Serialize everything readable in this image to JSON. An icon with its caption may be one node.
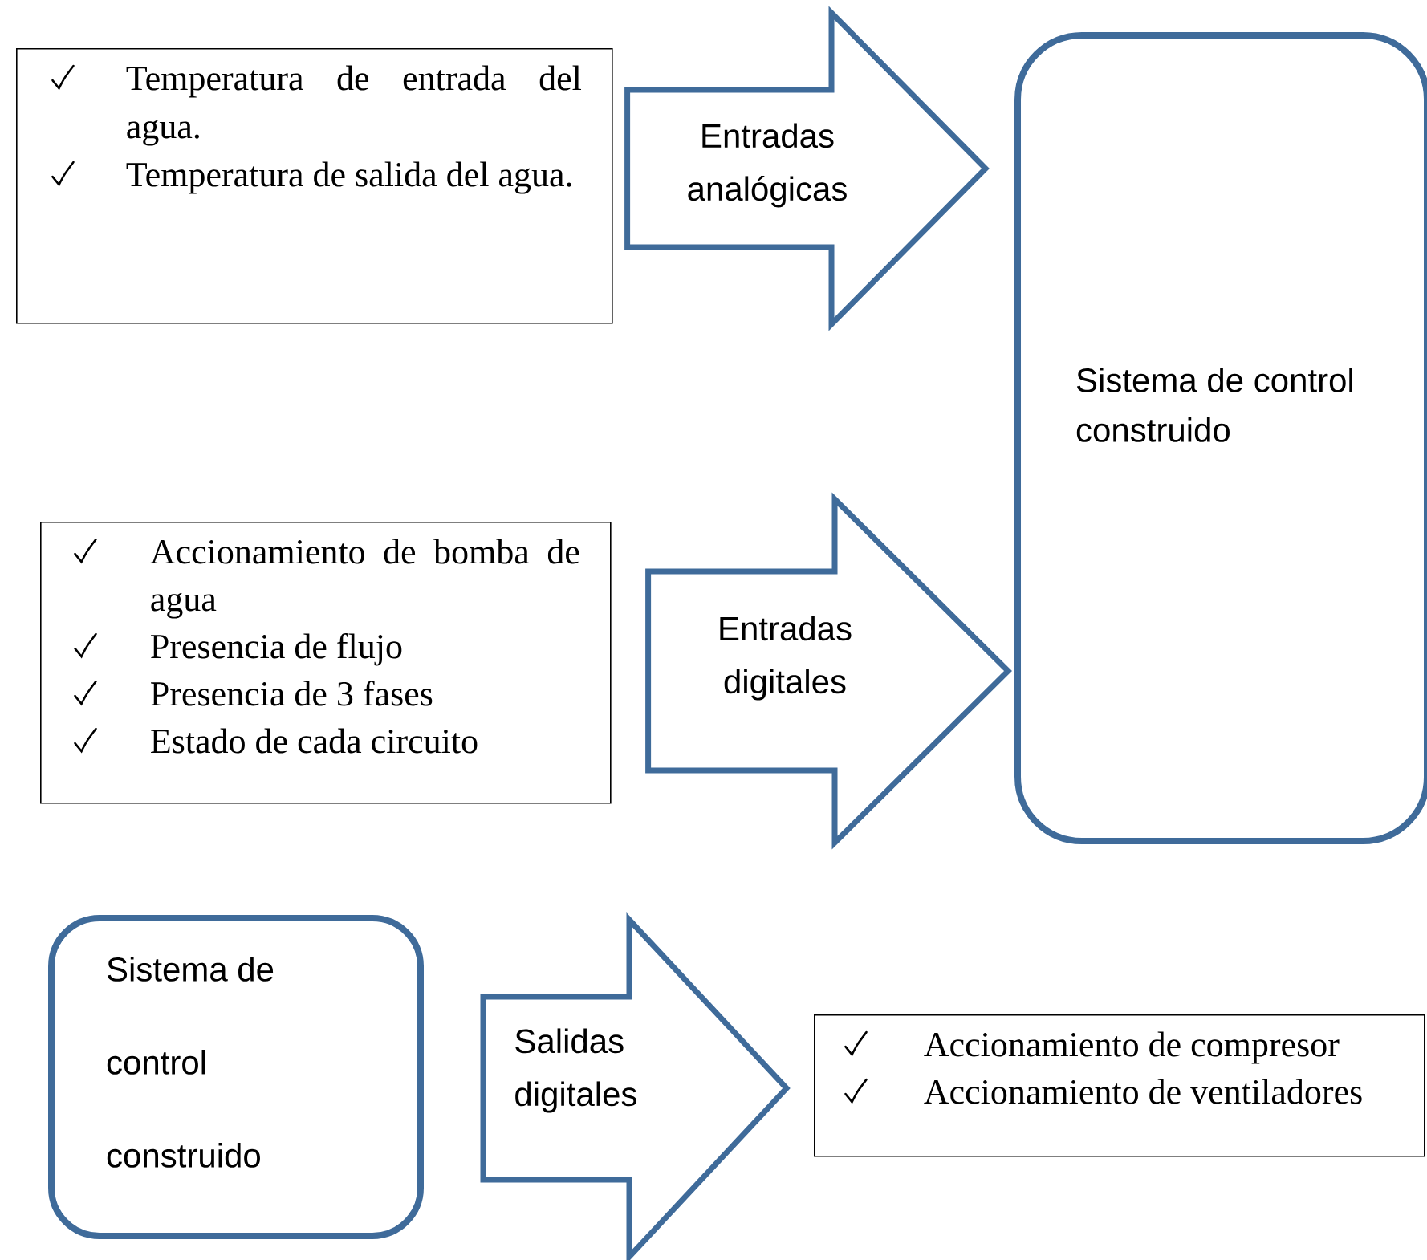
{
  "diagram": {
    "nodes": [
      {
        "text": [
          "Temperatura de entrada del agua.",
          "Temperatura de salida del agua."
        ]
      },
      {
        "text": [
          "Sistema de control construido"
        ]
      },
      {
        "text": [
          "Accionamiento de bomba de agua",
          "Presencia de flujo",
          "Presencia de 3 fases",
          "Estado de cada circuito"
        ]
      },
      {
        "text": [
          "Sistema de control construido"
        ]
      },
      {
        "text": [
          "Accionamiento de compresor",
          "Accionamiento de ventiladores"
        ]
      }
    ],
    "edges": [
      {
        "from": 0,
        "to": 1,
        "arrow": "to",
        "label": "Entradas analógicas"
      },
      {
        "from": 2,
        "to": 1,
        "arrow": "to",
        "label": "Entradas digitales"
      },
      {
        "from": 3,
        "to": 4,
        "arrow": "to",
        "label": "Salidas digitales"
      }
    ]
  }
}
